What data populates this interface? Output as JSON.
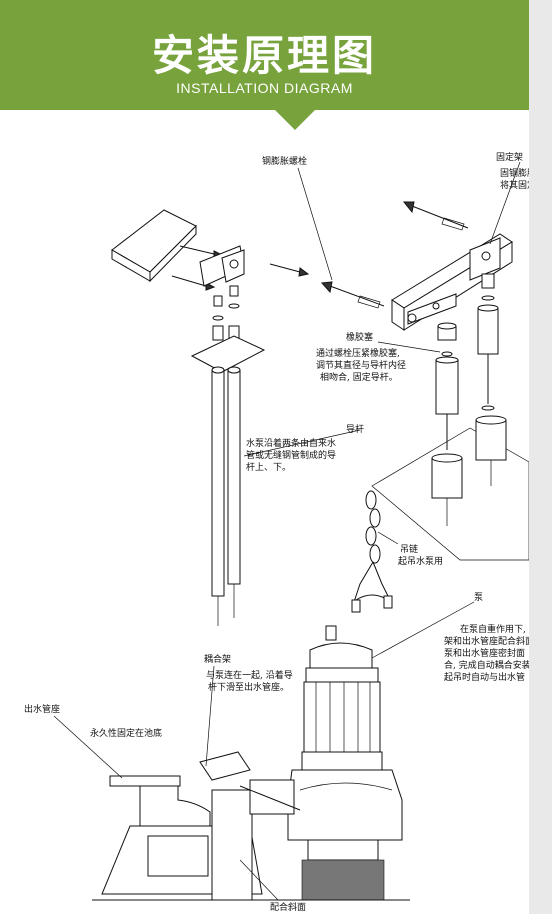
{
  "header": {
    "title": "安装原理图",
    "subtitle": "INSTALLATION DIAGRAM",
    "color": "#77a23c"
  },
  "labels": {
    "bolt": "钢膨胀螺栓",
    "bracket": "固定架",
    "bracket_desc_1": "固钢膨胀",
    "bracket_desc_2": "将其固定",
    "rubber": "橡胶塞",
    "rubber_desc_1": "通过螺栓压紧橡胶塞,",
    "rubber_desc_2": "调节其直径与导杆内径",
    "rubber_desc_3": "相吻合, 固定导杆。",
    "guide": "导杆",
    "guide_desc_1": "水泵沿着两条由自来水",
    "guide_desc_2": "管或无缝钢管制成的导",
    "guide_desc_3": "杆上、下。",
    "chain": "吊链",
    "chain_desc": "起吊水泵用",
    "pump": "泵",
    "pump_desc_1": "在泵自重作用下,",
    "pump_desc_2": "架和出水管座配合斜面",
    "pump_desc_3": "泵和出水管座密封面",
    "pump_desc_4": "合, 完成自动耦合安装",
    "pump_desc_5": "起吊时自动与出水管",
    "coupling": "耦合架",
    "coupling_desc_1": "与泵连在一起, 沿着导",
    "coupling_desc_2": "杆下滑至出水管座。",
    "outlet": "出水管座",
    "outlet_desc": "永久性固定在池底",
    "slope": "配合斜面"
  }
}
